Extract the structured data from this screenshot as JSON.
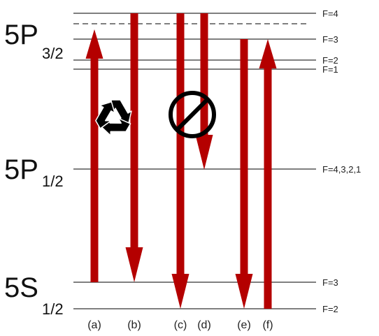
{
  "colors": {
    "arrow": "#b40000",
    "level_line": "#333333",
    "icon": "#000000"
  },
  "states": [
    {
      "id": "5p32",
      "main": "5P",
      "sub": "3/2"
    },
    {
      "id": "5p12",
      "main": "5P",
      "sub": "1/2"
    },
    {
      "id": "5s12",
      "main": "5S",
      "sub": "1/2"
    }
  ],
  "levels": [
    {
      "id": "p32-f4",
      "label": "F=4",
      "style": "solid"
    },
    {
      "id": "p32-virtual",
      "label": "",
      "style": "dashed"
    },
    {
      "id": "p32-f3",
      "label": "F=3",
      "style": "solid"
    },
    {
      "id": "p32-f2",
      "label": "F=2",
      "style": "solid"
    },
    {
      "id": "p32-f1",
      "label": "F=1",
      "style": "solid"
    },
    {
      "id": "p12",
      "label": "F=4,3,2,1",
      "style": "solid"
    },
    {
      "id": "s12-f3",
      "label": "F=3",
      "style": "solid"
    },
    {
      "id": "s12-f2",
      "label": "F=2",
      "style": "solid"
    }
  ],
  "transitions": [
    {
      "label": "(a)",
      "direction": "up",
      "from": "s12-f3",
      "to": "p32-virtual",
      "icon": "recycle-icon"
    },
    {
      "label": "(b)",
      "direction": "down",
      "from": "p32-f4",
      "to": "s12-f3",
      "icon": ""
    },
    {
      "label": "(c)",
      "direction": "down",
      "from": "p32-f4",
      "to": "s12-f2",
      "icon": ""
    },
    {
      "label": "(d)",
      "direction": "down",
      "from": "p32-f4",
      "to": "p12",
      "icon": "forbidden-icon"
    },
    {
      "label": "(e)",
      "direction": "down",
      "from": "p32-f3",
      "to": "s12-f2",
      "icon": ""
    },
    {
      "label": "(f)",
      "direction": "up",
      "from": "s12-f2",
      "to": "p32-f3",
      "icon": ""
    }
  ]
}
